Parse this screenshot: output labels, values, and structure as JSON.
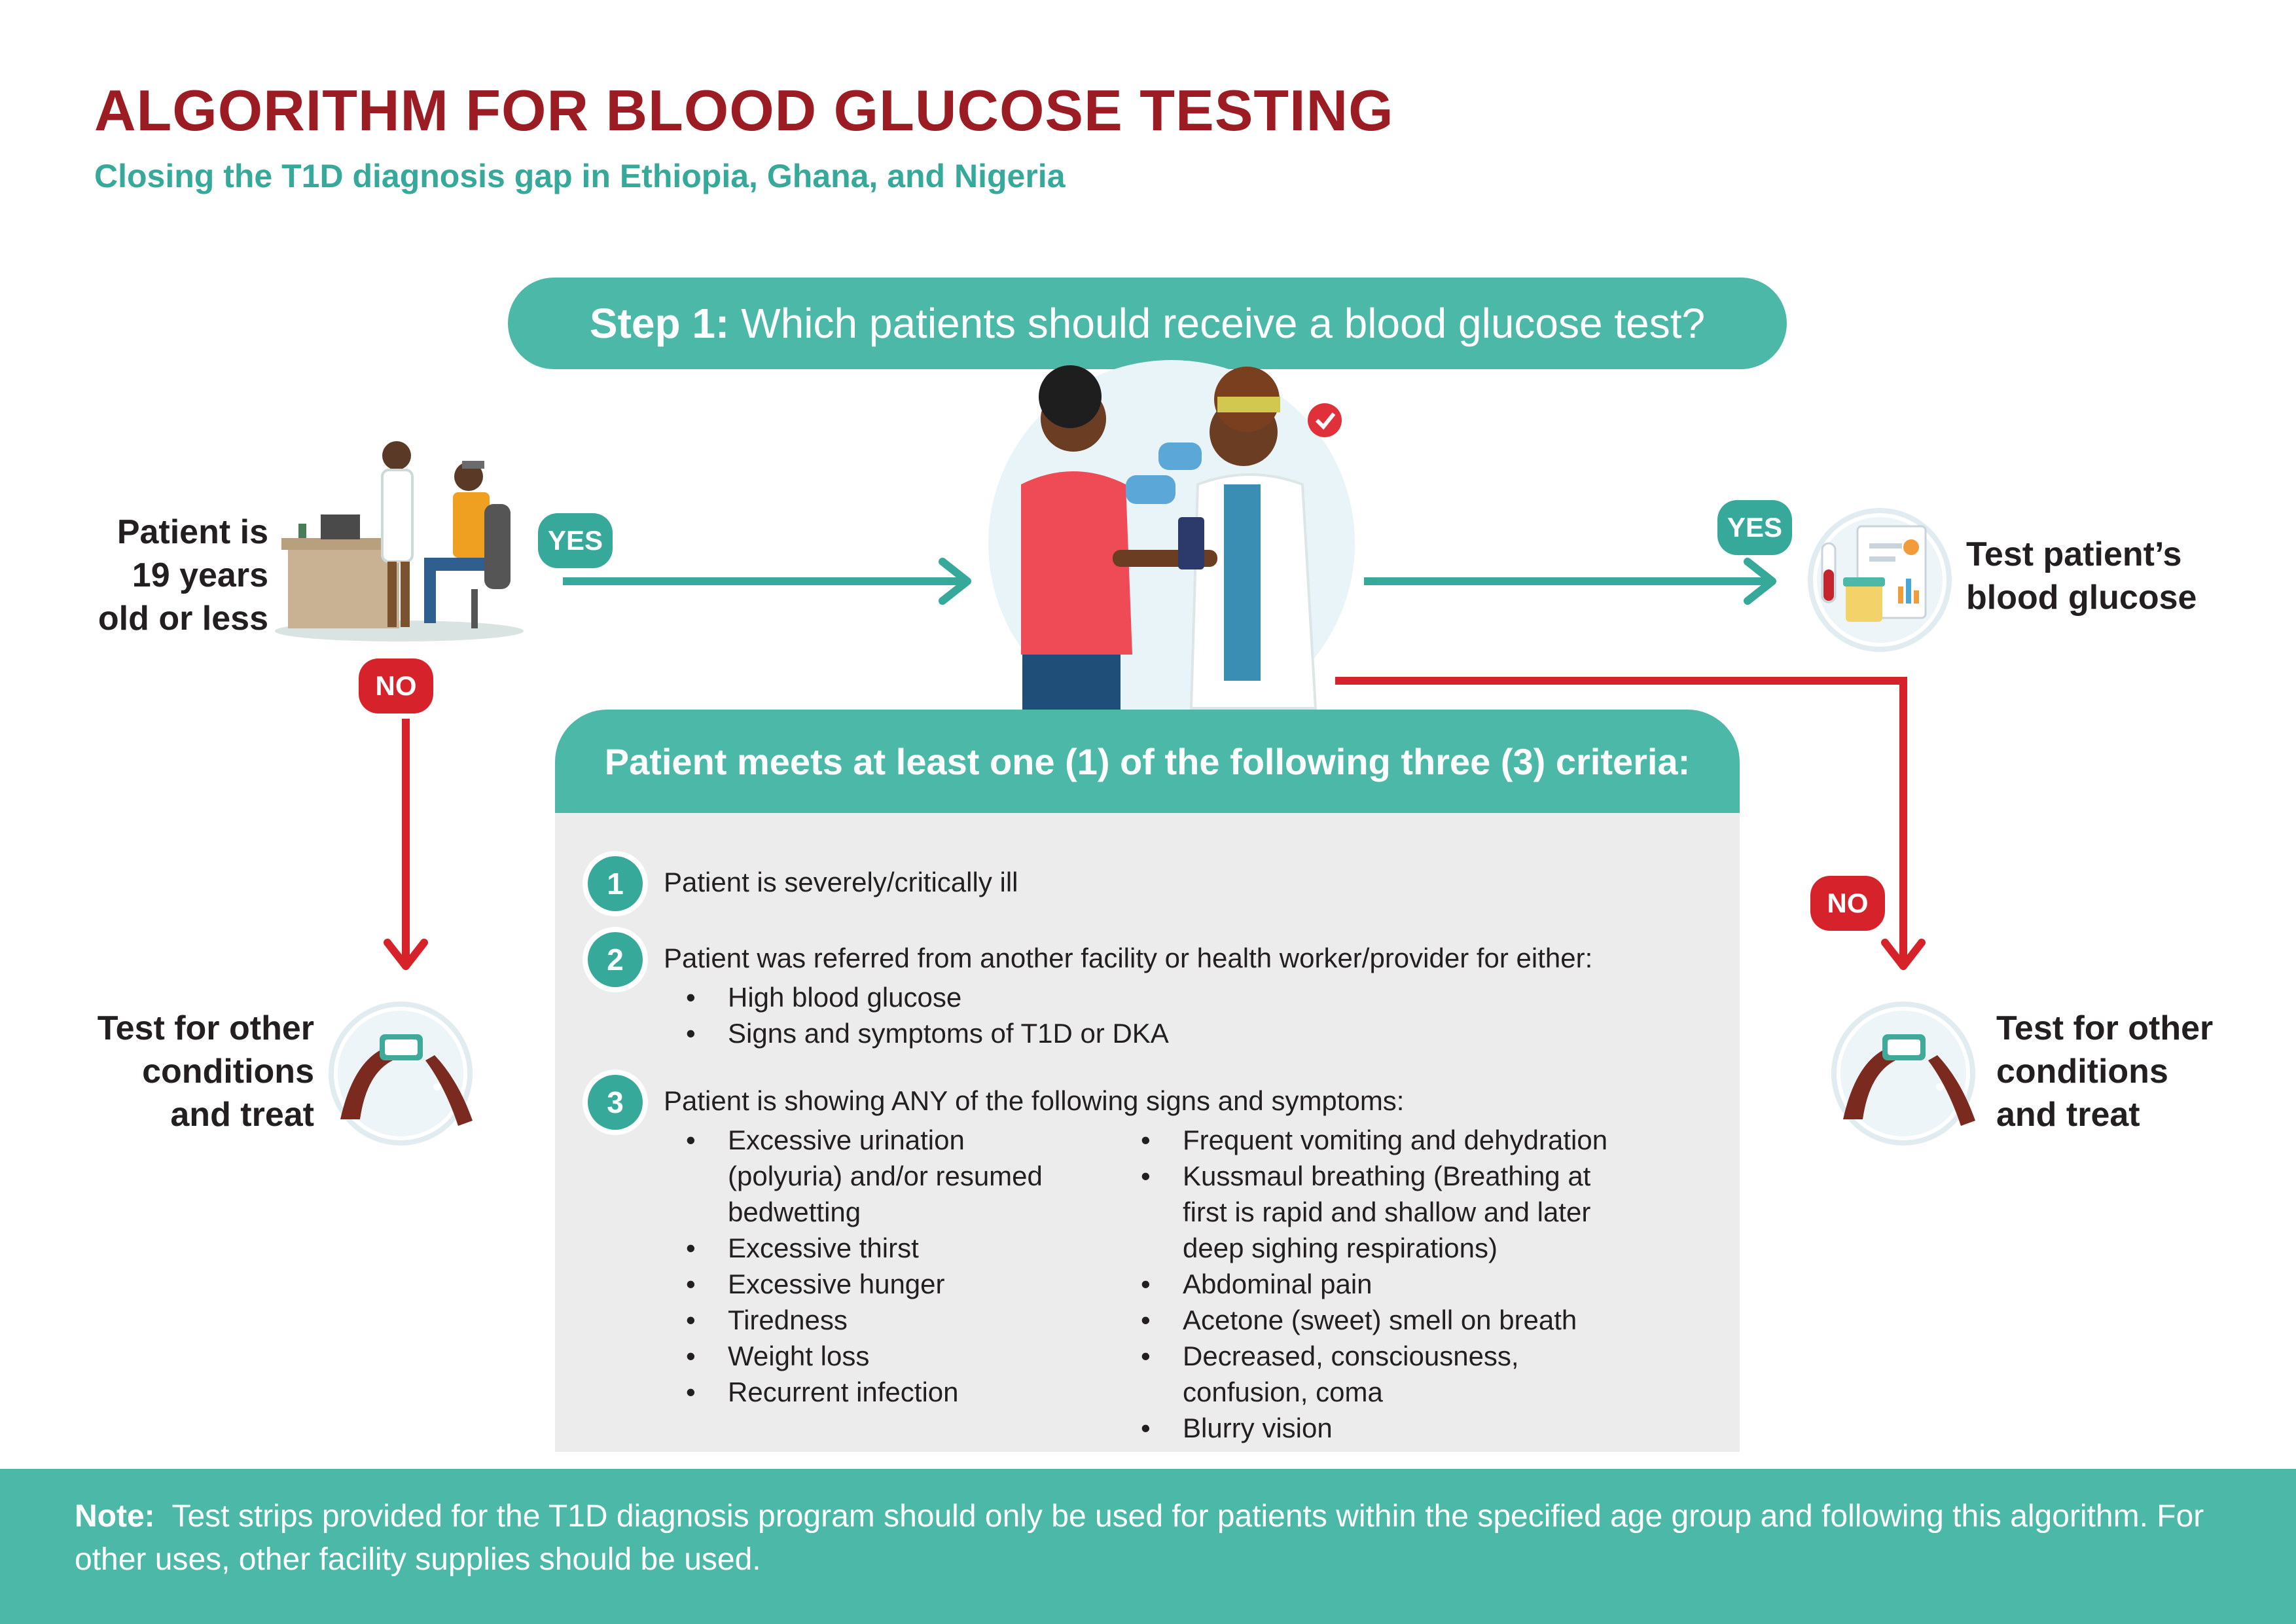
{
  "header": {
    "title": "ALGORITHM FOR BLOOD GLUCOSE TESTING",
    "subtitle": "Closing the T1D diagnosis gap in Ethiopia, Ghana, and Nigeria"
  },
  "step1": {
    "label": "Step 1:",
    "question": "Which patients should receive a blood glucose test?"
  },
  "left_condition": {
    "lines": [
      "Patient is",
      "19 years",
      "old or less"
    ]
  },
  "labels": {
    "yes": "YES",
    "no": "NO"
  },
  "right_yes_outcome": {
    "lines": [
      "Test patient’s",
      "blood glucose"
    ]
  },
  "left_no_outcome": {
    "lines": [
      "Test for other",
      "conditions",
      "and treat"
    ]
  },
  "right_no_outcome": {
    "lines": [
      "Test for other",
      "conditions",
      "and treat"
    ]
  },
  "criteria": {
    "header": "Patient meets at least one (1) of the following three (3) criteria:",
    "items": [
      {
        "number": "1",
        "text": "Patient is severely/critically ill"
      },
      {
        "number": "2",
        "text": "Patient was referred from another facility or health worker/provider for either:",
        "bullets": [
          "High blood glucose",
          "Signs and symptoms of T1D or DKA"
        ]
      },
      {
        "number": "3",
        "text": "Patient is showing ANY of the following signs and symptoms:"
      }
    ],
    "symptoms_left": [
      [
        "Excessive urination",
        "(polyuria) and/or resumed",
        "bedwetting"
      ],
      [
        "Excessive thirst"
      ],
      [
        "Excessive hunger"
      ],
      [
        "Tiredness"
      ],
      [
        "Weight loss"
      ],
      [
        "Recurrent infection"
      ]
    ],
    "symptoms_right": [
      [
        "Frequent vomiting and dehydration"
      ],
      [
        "Kussmaul breathing (Breathing at",
        "first is rapid and shallow and later",
        "deep sighing respirations)"
      ],
      [
        "Abdominal pain"
      ],
      [
        "Acetone (sweet) smell on breath"
      ],
      [
        "Decreased, consciousness,",
        "confusion, coma"
      ],
      [
        "Blurry vision"
      ]
    ]
  },
  "note": {
    "label": "Note:",
    "text": "Test strips provided for the T1D diagnosis program should only be used for patients within the specified age group and following this algorithm. For other uses, other facility supplies should be used."
  },
  "colors": {
    "title_red": "#9b1c23",
    "teal": "#4cb8a7",
    "teal_dark": "#37a99a",
    "arrow_red": "#d6222a",
    "panel_gray": "#ececec"
  }
}
